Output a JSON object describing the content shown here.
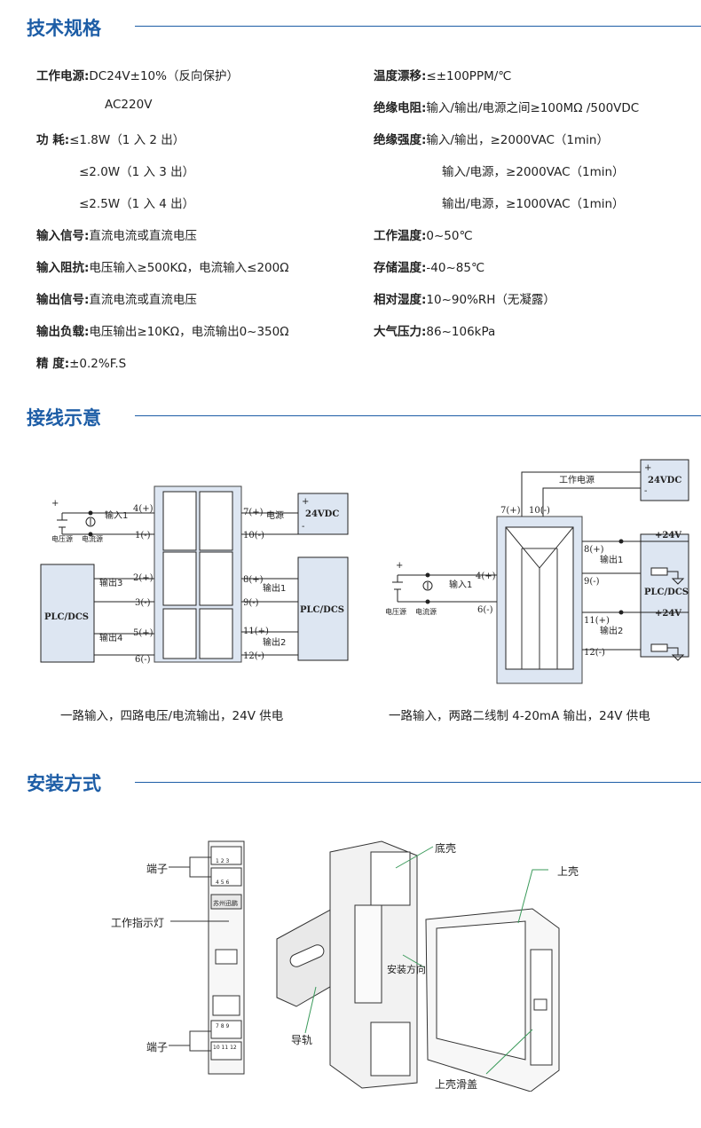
{
  "sections": {
    "specs_title": "技术规格",
    "wiring_title": "接线示意",
    "install_title": "安装方式"
  },
  "specs_left": [
    {
      "label": "工作电源:",
      "value": "DC24V±10%（反向保护）"
    },
    {
      "label": "",
      "value": "AC220V"
    },
    {
      "label": "功 耗:",
      "value": "≤1.8W（1 入 2 出）"
    },
    {
      "label": "",
      "value": "≤2.0W（1 入 3 出）"
    },
    {
      "label": "",
      "value": "≤2.5W（1 入 4 出）"
    },
    {
      "label": "输入信号:",
      "value": "直流电流或直流电压"
    },
    {
      "label": "输入阻抗:",
      "value": "电压输入≥500KΩ，电流输入≤200Ω"
    },
    {
      "label": "输出信号:",
      "value": "直流电流或直流电压"
    },
    {
      "label": "输出负载:",
      "value": "电压输出≥10KΩ，电流输出0~350Ω"
    },
    {
      "label": "精 度:",
      "value": "±0.2%F.S"
    }
  ],
  "specs_right": [
    {
      "label": "温度漂移:",
      "value": "≤±100PPM/℃"
    },
    {
      "label": "绝缘电阻:",
      "value": "输入/输出/电源之间≥100MΩ /500VDC"
    },
    {
      "label": "绝缘强度:",
      "value": "输入/输出，≥2000VAC（1min）"
    },
    {
      "label": "",
      "value": "输入/电源，≥2000VAC（1min）"
    },
    {
      "label": "",
      "value": "输出/电源，≥1000VAC（1min）"
    },
    {
      "label": "工作温度:",
      "value": "0~50℃"
    },
    {
      "label": "存储温度:",
      "value": "-40~85℃"
    },
    {
      "label": "相对湿度:",
      "value": "10~90%RH（无凝露）"
    },
    {
      "label": "大气压力:",
      "value": "86~106kPa"
    }
  ],
  "wiring_left": {
    "caption": "一路输入，四路电压/电流输出，24V 供电",
    "source_v": "电压源",
    "source_i": "电流源",
    "input1": "输入1",
    "out3": "输出3",
    "out4": "输出4",
    "out1": "输出1",
    "out2": "输出2",
    "plc_left": "PLC/DCS",
    "plc_right": "PLC/DCS",
    "power_label": "电源",
    "vdc": "24VDC",
    "plus": "+",
    "minus": "-",
    "t4": "4(+)",
    "t1": "1(-)",
    "t2": "2(+)",
    "t3": "3(-)",
    "t5": "5(+)",
    "t6": "6(-)",
    "t7": "7(+)",
    "t10": "10(-)",
    "t8": "8(+)",
    "t9": "9(-)",
    "t11": "11(+)",
    "t12": "12(-)"
  },
  "wiring_right": {
    "caption": "一路输入，两路二线制 4-20mA 输出，24V 供电",
    "power_label": "工作电源",
    "vdc": "24VDC",
    "source_v": "电压源",
    "source_i": "电流源",
    "input1": "输入1",
    "out1": "输出1",
    "out2": "输出2",
    "plc": "PLC/DCS",
    "v24a": "+24V",
    "v24b": "+24V",
    "plus": "+",
    "minus": "-",
    "t7": "7(+)",
    "t10": "10(-)",
    "t4": "4(+)",
    "t6": "6(-)",
    "t8": "8(+)",
    "t9": "9(-)",
    "t11": "11(+)",
    "t12": "12(-)"
  },
  "install": {
    "terminal_top": "端子",
    "indicator": "工作指示灯",
    "terminal_bottom": "端子",
    "rail": "导轨",
    "base_shell": "底壳",
    "top_shell": "上壳",
    "direction": "安装方向",
    "slide_cover": "上壳滑盖",
    "brand": "苏州迅鹏",
    "nums_top1": "1 2 3",
    "nums_top2": "4 5 6",
    "nums_bot1": "7 8 9",
    "nums_bot2": "10 11 12"
  }
}
